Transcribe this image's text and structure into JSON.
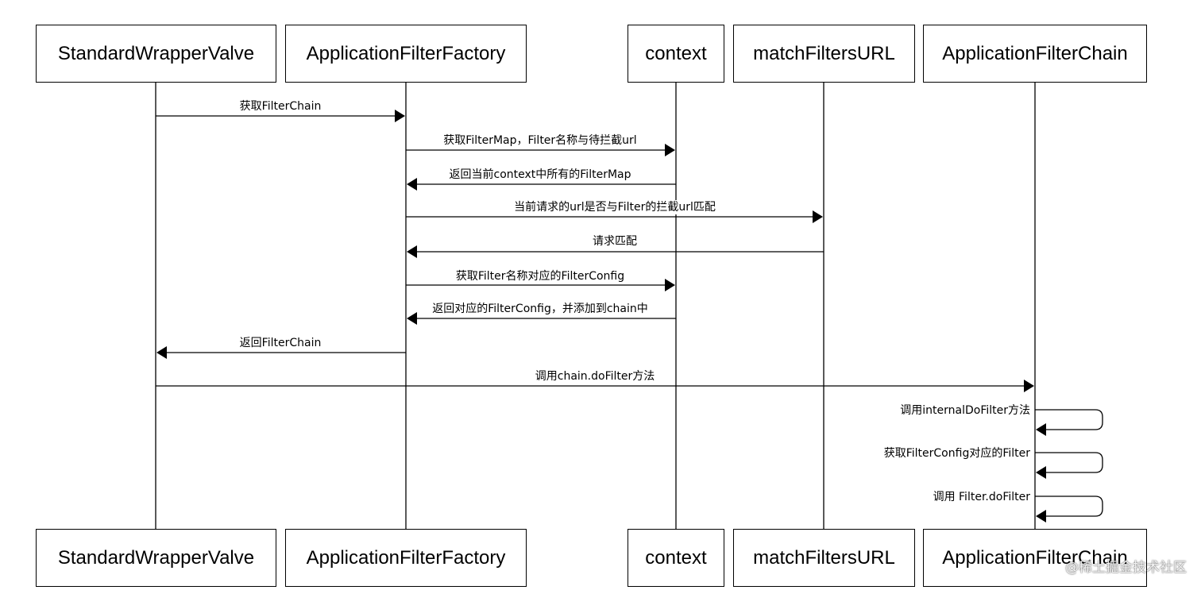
{
  "participants": [
    {
      "id": "swv",
      "label": "StandardWrapperValve"
    },
    {
      "id": "aff",
      "label": "ApplicationFilterFactory"
    },
    {
      "id": "ctx",
      "label": "context"
    },
    {
      "id": "mfu",
      "label": "matchFiltersURL"
    },
    {
      "id": "afc",
      "label": "ApplicationFilterChain"
    }
  ],
  "messages": [
    {
      "from": "swv",
      "to": "aff",
      "label": "获取FilterChain"
    },
    {
      "from": "aff",
      "to": "ctx",
      "label": "获取FilterMap，Filter名称与待拦截url"
    },
    {
      "from": "ctx",
      "to": "aff",
      "label": "返回当前context中所有的FilterMap"
    },
    {
      "from": "aff",
      "to": "mfu",
      "label": "当前请求的url是否与Filter的拦截url匹配"
    },
    {
      "from": "mfu",
      "to": "aff",
      "label": "请求匹配"
    },
    {
      "from": "aff",
      "to": "ctx",
      "label": "获取Filter名称对应的FilterConfig"
    },
    {
      "from": "ctx",
      "to": "aff",
      "label": "返回对应的FilterConfig，并添加到chain中"
    },
    {
      "from": "aff",
      "to": "swv",
      "label": "返回FilterChain"
    },
    {
      "from": "swv",
      "to": "afc",
      "label": "调用chain.doFilter方法"
    },
    {
      "from": "afc",
      "to": "afc",
      "label": "调用internalDoFilter方法"
    },
    {
      "from": "afc",
      "to": "afc",
      "label": "获取FilterConfig对应的Filter"
    },
    {
      "from": "afc",
      "to": "afc",
      "label": "调用 Filter.doFilter"
    }
  ],
  "watermark": "@稀土掘金技术社区"
}
